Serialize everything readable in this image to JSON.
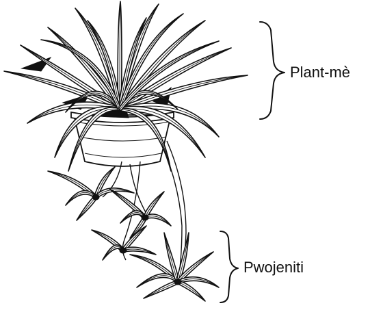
{
  "labels": {
    "parent_plant": "Plant-mè",
    "offshoots": "Pwojeniti"
  },
  "colors": {
    "ink": "#111111",
    "background": "#ffffff"
  },
  "icons": {
    "illustration": "spider-plant-illustration",
    "brace": "curly-brace"
  }
}
